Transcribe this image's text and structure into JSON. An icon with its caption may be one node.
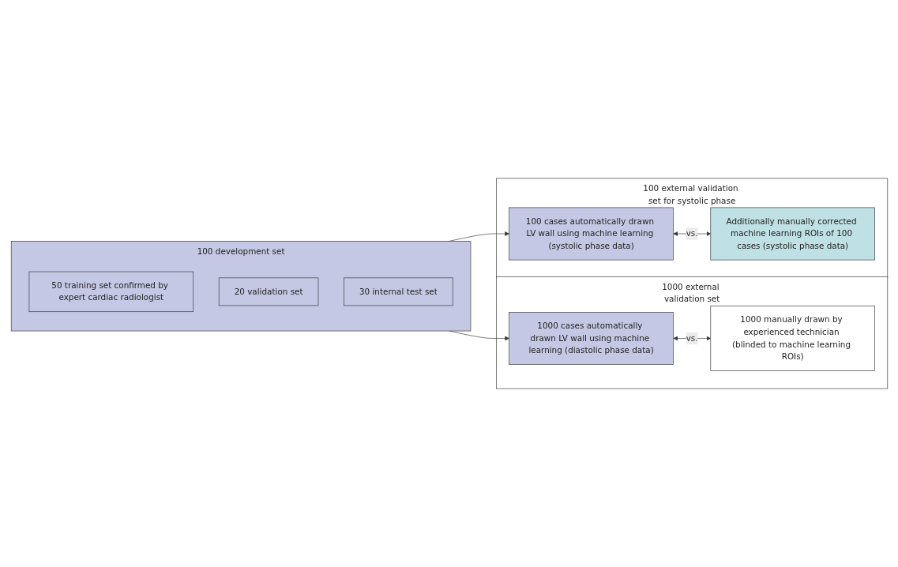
{
  "diagram": {
    "nodes": [
      {
        "text": [
          "100 development set"
        ]
      },
      {
        "text": [
          "50 training set confirmed by expert cardiac radiologist"
        ],
        "in": 0
      },
      {
        "text": [
          "20 validation set"
        ],
        "in": 0
      },
      {
        "text": [
          "30 internal test set"
        ],
        "in": 0
      },
      {
        "text": [
          "1000 external validation set"
        ]
      },
      {
        "text": [
          "1000 cases automatically drawn LV wall using machine learning (diastolic phase data)"
        ],
        "in": 4
      },
      {
        "text": [
          "1000 manually drawn by experienced technician (blinded to machine learning ROIs)"
        ],
        "in": 4
      },
      {
        "text": [
          "100 external validation set for systolic phase"
        ]
      },
      {
        "text": [
          "100 cases automatically drawn LV wall using machine learning (systolic phase data)"
        ],
        "in": 7
      },
      {
        "text": [
          "Additionally manually corrected machine learning ROIs of 100 cases (systolic phase data)"
        ],
        "in": 7
      }
    ],
    "edges": [
      {
        "from": 0,
        "to": 5,
        "arrow": "to"
      },
      {
        "from": 0,
        "to": 8,
        "arrow": "to"
      },
      {
        "from": 5,
        "to": 6,
        "arrow": "both",
        "label": "vs."
      },
      {
        "from": 8,
        "to": 9,
        "arrow": "both",
        "label": "vs."
      }
    ]
  }
}
